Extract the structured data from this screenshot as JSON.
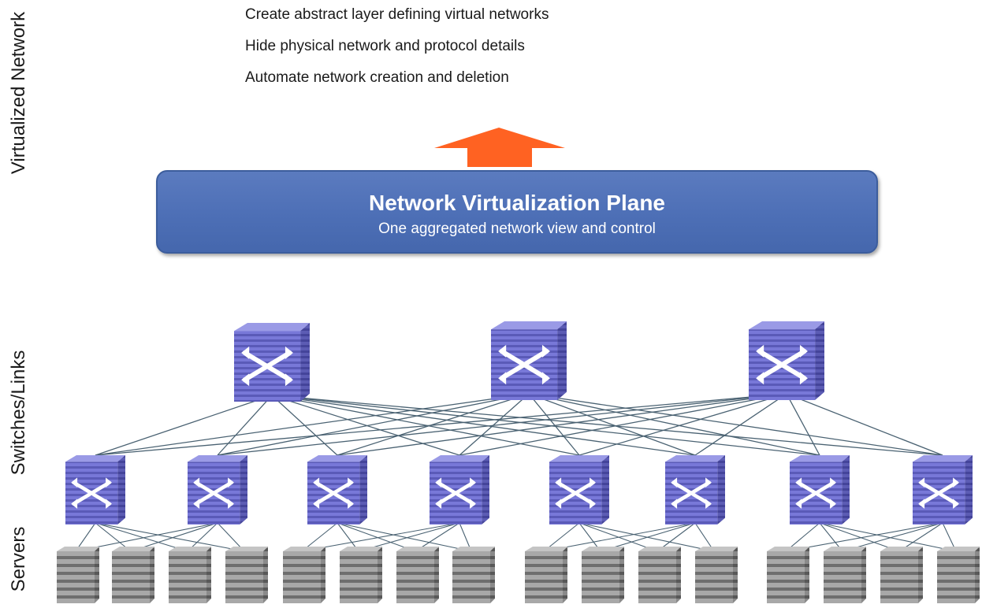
{
  "labels": {
    "virtualized": "Virtualized Network",
    "switches": "Switches/Links",
    "servers": "Servers"
  },
  "bullets": [
    "Create abstract layer defining virtual networks",
    "Hide physical network and protocol details",
    "Automate network creation and deletion"
  ],
  "plane": {
    "title": "Network Virtualization Plane",
    "subtitle": "One aggregated network view and control"
  },
  "colors": {
    "plane": "#4d6fb6",
    "arrow": "#ff6222",
    "switch": "#7272d4",
    "server": "#9a9a9a",
    "link": "#4a6272"
  },
  "icons": {
    "switch": "network-switch-icon",
    "server": "server-icon",
    "arrow": "up-arrow"
  }
}
